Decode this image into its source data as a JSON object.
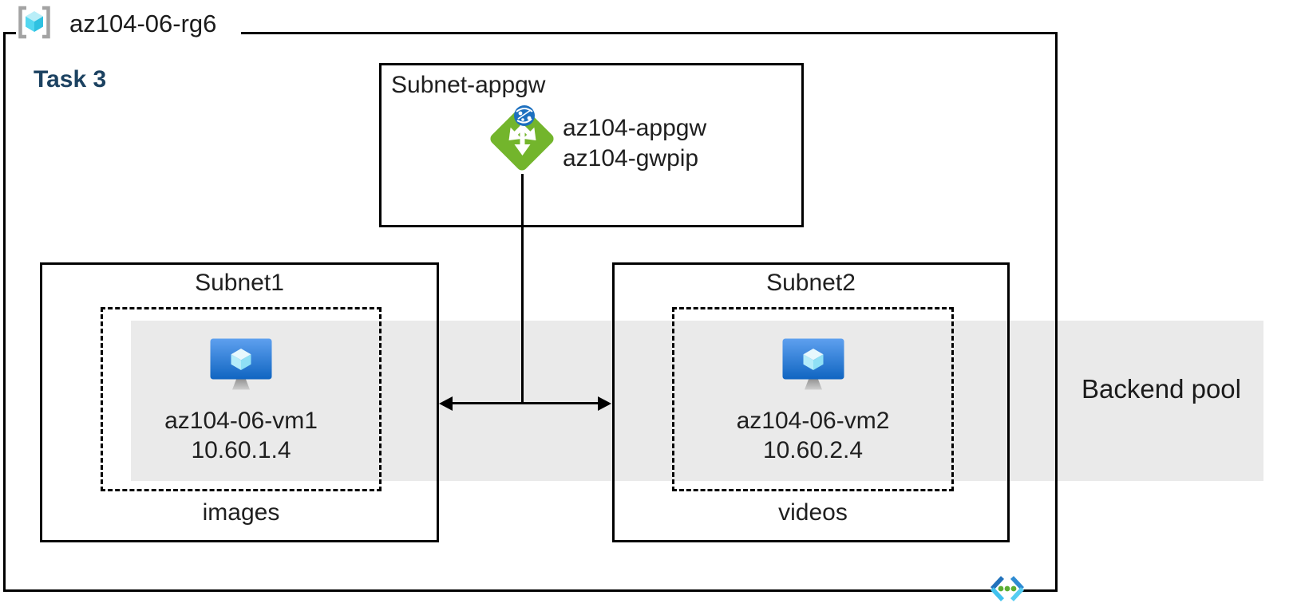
{
  "resource_group": {
    "name": "az104-06-rg6",
    "icon": "resource-group-icon"
  },
  "task_label": "Task 3",
  "appgw_subnet": {
    "title": "Subnet-appgw",
    "icon": "application-gateway-icon",
    "gateway": {
      "name": "az104-appgw",
      "pip": "az104-gwpip"
    }
  },
  "subnets": [
    {
      "title": "Subnet1",
      "vm": {
        "name": "az104-06-vm1",
        "ip": "10.60.1.4",
        "icon": "virtual-machine-icon"
      },
      "storage_label": "images"
    },
    {
      "title": "Subnet2",
      "vm": {
        "name": "az104-06-vm2",
        "ip": "10.60.2.4",
        "icon": "virtual-machine-icon"
      },
      "storage_label": "videos"
    }
  ],
  "backend_pool": {
    "label": "Backend pool"
  },
  "footer_icon": "virtual-network-icon",
  "colors": {
    "task_text": "#1c4261",
    "backend_band": "#eaeaea",
    "border": "#000000",
    "appgw_green": "#73b52c",
    "globe_blue": "#1d70bf",
    "vm_blue_top": "#5ea0ef",
    "vm_blue_bottom": "#1065c1",
    "rg_bracket_gray": "#a3a3a3",
    "cube_cyan": "#45d3ee",
    "vnet_dark_blue": "#2272bb",
    "vnet_light_cyan": "#40c2ee",
    "vnet_dot_green": "#5bae32"
  }
}
